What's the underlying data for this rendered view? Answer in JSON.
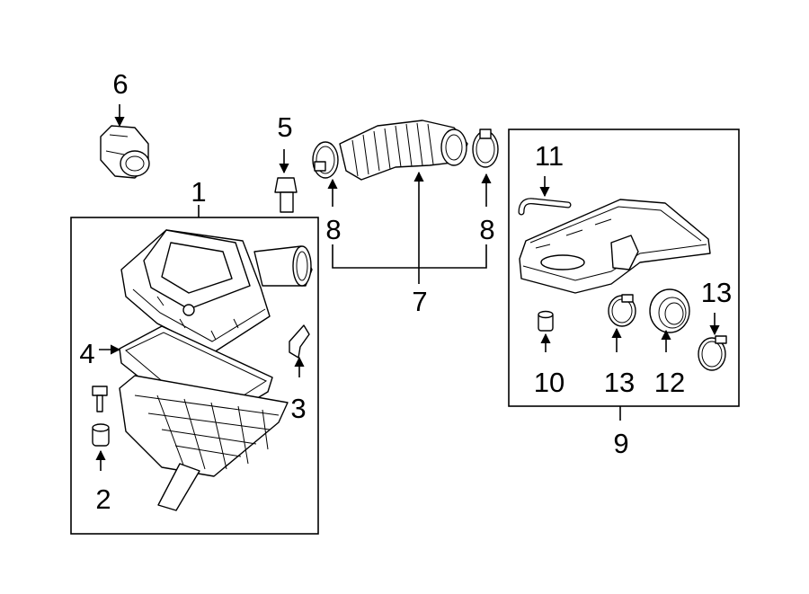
{
  "callouts": {
    "c1": "1",
    "c2": "2",
    "c3": "3",
    "c4": "4",
    "c5": "5",
    "c6": "6",
    "c7": "7",
    "c8a": "8",
    "c8b": "8",
    "c9": "9",
    "c10": "10",
    "c11": "11",
    "c12": "12",
    "c13a": "13",
    "c13b": "13"
  },
  "parts": [
    {
      "ref": "1",
      "kind": "air-cleaner-assembly"
    },
    {
      "ref": "2",
      "kind": "grommet"
    },
    {
      "ref": "3",
      "kind": "clip"
    },
    {
      "ref": "4",
      "kind": "filter-element"
    },
    {
      "ref": "5",
      "kind": "sensor"
    },
    {
      "ref": "6",
      "kind": "mass-air-flow-sensor"
    },
    {
      "ref": "7",
      "kind": "intake-duct"
    },
    {
      "ref": "8",
      "kind": "clamp"
    },
    {
      "ref": "9",
      "kind": "resonator-assembly"
    },
    {
      "ref": "10",
      "kind": "grommet"
    },
    {
      "ref": "11",
      "kind": "hose"
    },
    {
      "ref": "12",
      "kind": "coupler"
    },
    {
      "ref": "13",
      "kind": "clamp"
    }
  ]
}
